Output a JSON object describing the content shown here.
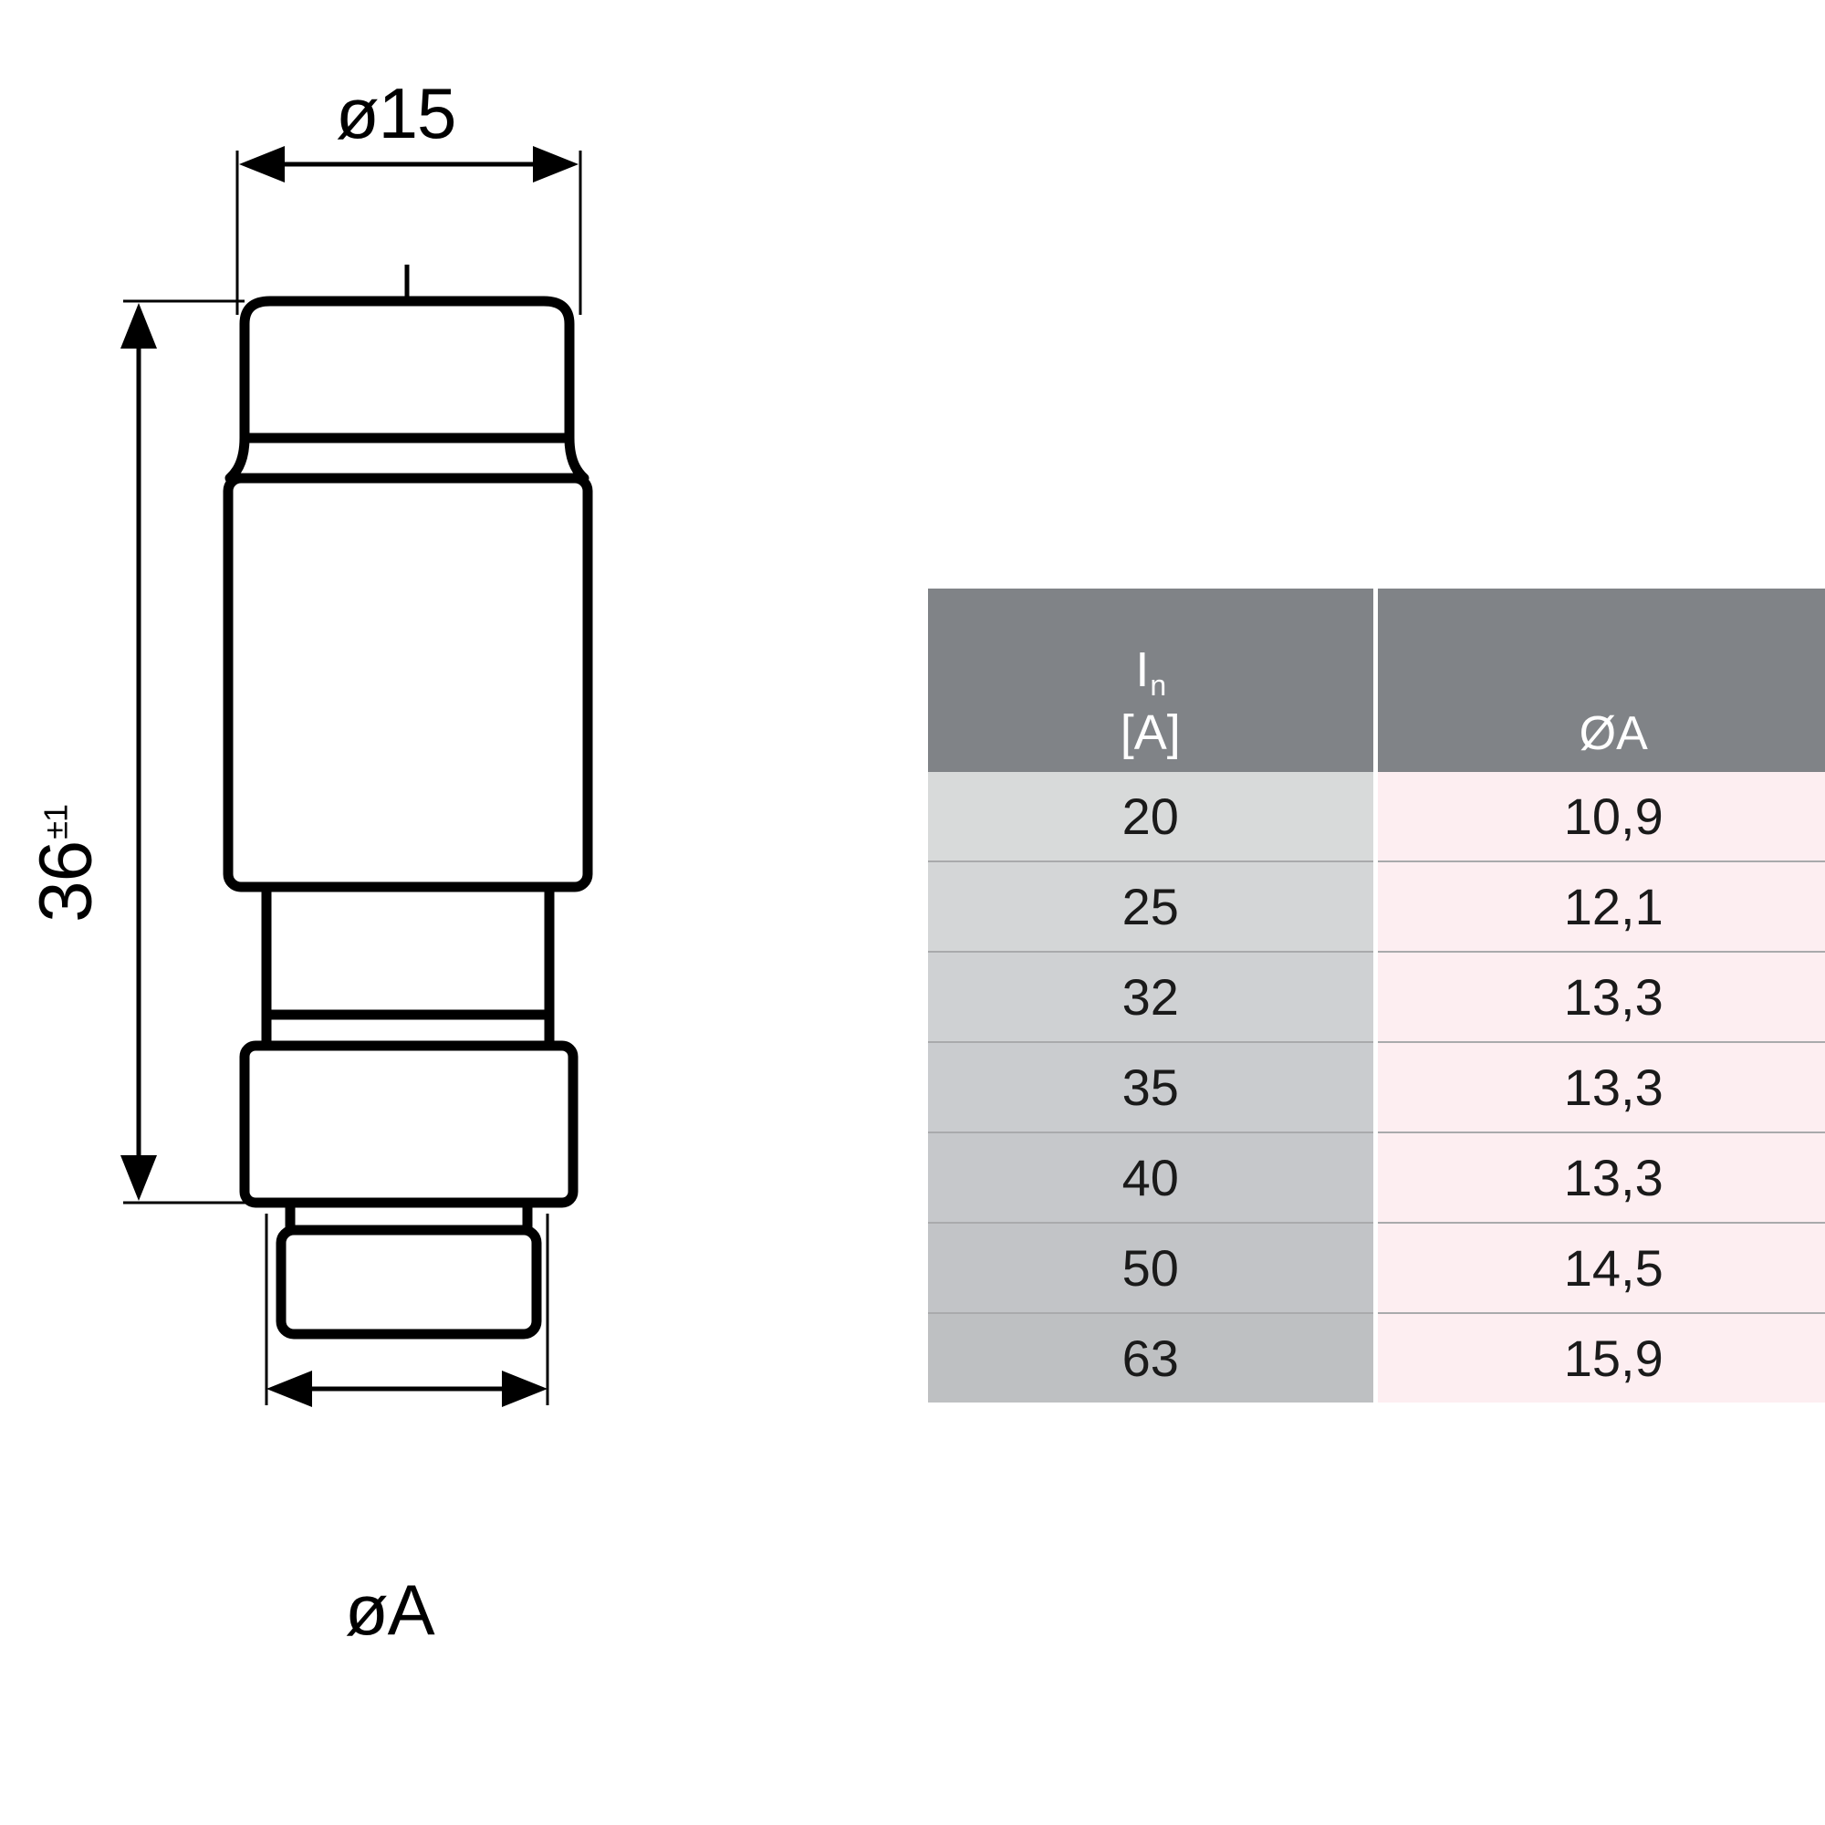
{
  "drawing": {
    "title": "fuse-link-outline-drawing",
    "dimensions": {
      "top_diameter": "ø15",
      "bottom_diameter": "øA",
      "length_value": "36",
      "length_tolerance": "±1"
    }
  },
  "table": {
    "columns": [
      {
        "id": "current",
        "symbol": "I",
        "subscript": "n",
        "unit": "[A]"
      },
      {
        "id": "diameter",
        "label": "ØA"
      }
    ],
    "rows": [
      {
        "current": "20",
        "diameter": "10,9"
      },
      {
        "current": "25",
        "diameter": "12,1"
      },
      {
        "current": "32",
        "diameter": "13,3"
      },
      {
        "current": "35",
        "diameter": "13,3"
      },
      {
        "current": "40",
        "diameter": "13,3"
      },
      {
        "current": "50",
        "diameter": "14,5"
      },
      {
        "current": "63",
        "diameter": "15,9"
      }
    ]
  },
  "colors": {
    "header_gray": "#808387",
    "row_gray_top": "#d8dada",
    "row_gray_bottom": "#bec0c2",
    "value_pink": "#fdeef1",
    "line_black": "#000000",
    "row_divider": "#a9aaac"
  },
  "chart_data": {
    "type": "table",
    "title": "Fuse link rated current vs. bottom contact diameter",
    "categories": [
      "20",
      "25",
      "32",
      "35",
      "40",
      "50",
      "63"
    ],
    "values": [
      10.9,
      12.1,
      13.3,
      13.3,
      13.3,
      14.5,
      15.9
    ],
    "xlabel": "In [A]",
    "ylabel": "ØA",
    "series": [
      {
        "name": "ØA",
        "values": [
          10.9,
          12.1,
          13.3,
          13.3,
          13.3,
          14.5,
          15.9
        ]
      }
    ],
    "annotations": [
      "ø15",
      "36 ±1",
      "øA"
    ]
  }
}
